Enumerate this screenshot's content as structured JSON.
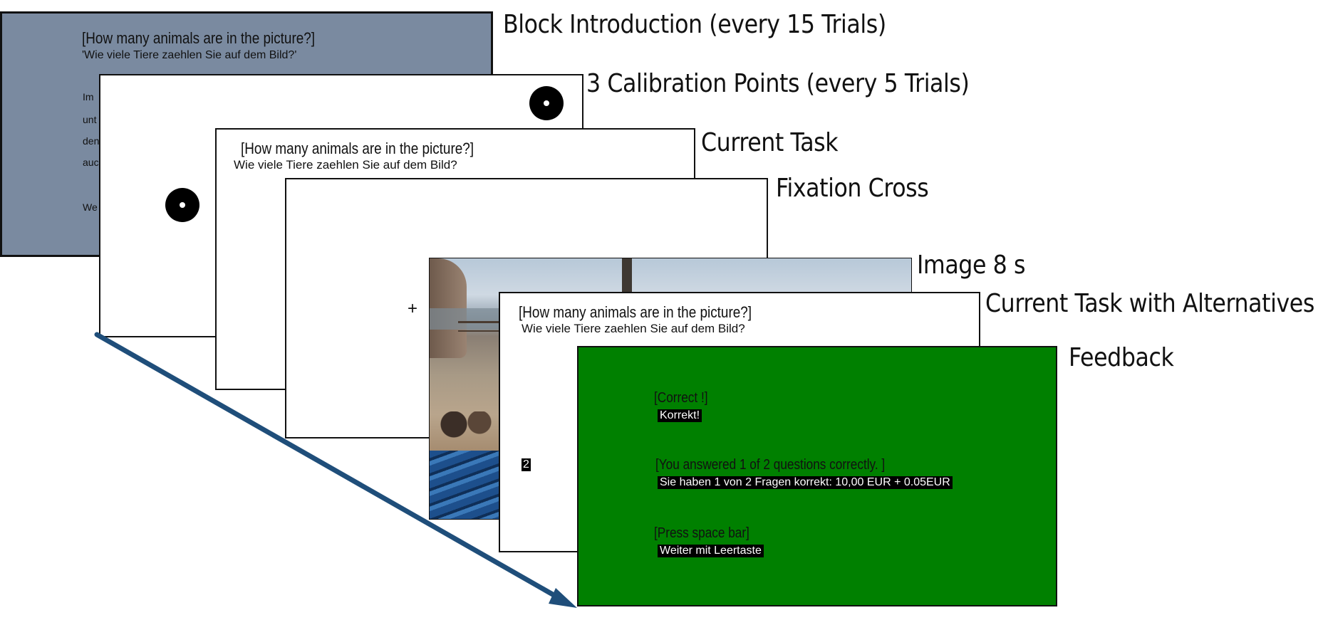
{
  "colors": {
    "intro_bg": "#7a8aa0",
    "feedback_bg": "#008000",
    "arrow": "#1f4e7a"
  },
  "labels": {
    "block_intro": "Block Introduction (every 15 Trials)",
    "calibration": "3 Calibration Points (every 5 Trials)",
    "current_task": "Current Task",
    "fixation": "Fixation Cross",
    "image": "Image 8 s",
    "alternatives": "Current Task with Alternatives",
    "feedback": "Feedback"
  },
  "intro_slide": {
    "question_en": "[How many animals are in the picture?]",
    "question_de": "'Wie viele Tiere zaehlen Sie auf dem Bild?'",
    "body_fragments": [
      "Im",
      "unt",
      "den",
      "auc",
      "We"
    ]
  },
  "task_slide": {
    "question_en": "[How many animals are in the picture?]",
    "question_de": "Wie viele Tiere zaehlen Sie auf dem Bild?"
  },
  "fixation_slide": {
    "cross": "+"
  },
  "alternatives_slide": {
    "question_en": "[How many animals are in the picture?]",
    "question_de": "Wie viele Tiere zaehlen Sie auf dem Bild?",
    "answer": "2"
  },
  "feedback_slide": {
    "correct_en": "[Correct !]",
    "correct_de": "Korrekt!",
    "score_en": "[You answered 1 of 2 questions correctly. ]",
    "score_de": "Sie haben 1 von 2 Fragen korrekt: 10,00 EUR + 0.05EUR",
    "next_en": "[Press space bar]",
    "next_de": "Weiter mit Leertaste"
  }
}
